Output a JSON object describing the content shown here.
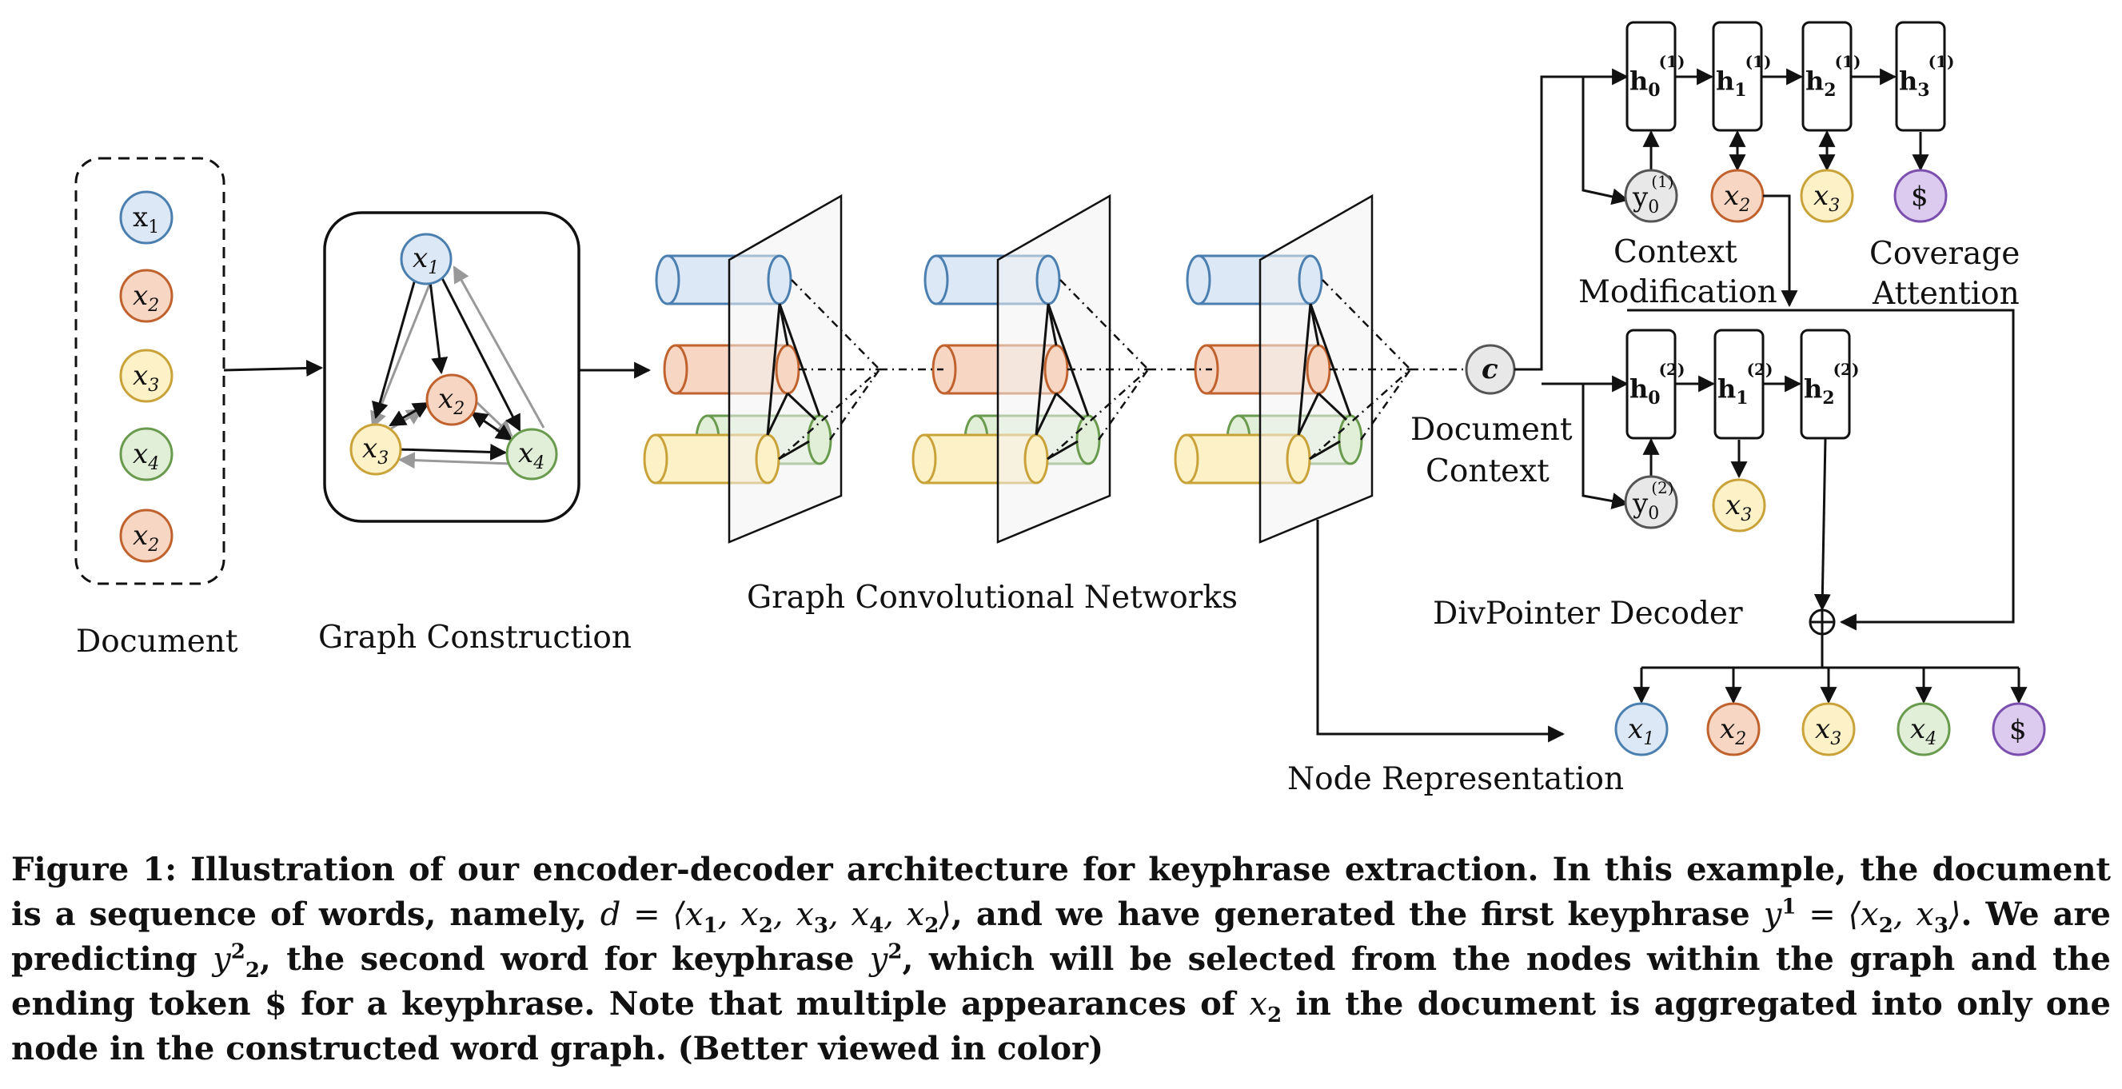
{
  "labels": {
    "document": "Document",
    "graph_construction": "Graph Construction",
    "gcn": "Graph Convolutional Networks",
    "document_context_1": "Document",
    "document_context_2": "Context",
    "context_mod_1": "Context",
    "context_mod_2": "Modification",
    "coverage_1": "Coverage",
    "coverage_2": "Attention",
    "divpointer": "DivPointer Decoder",
    "node_representation": "Node Representation",
    "context_node": "c"
  },
  "colors": {
    "blue": "#dce8f5",
    "blue_stroke": "#4b7fb0",
    "orange": "#f7d6c3",
    "orange_stroke": "#c0622e",
    "yellow": "#fdf1c8",
    "yellow_stroke": "#c9a33a",
    "green": "#e1efd8",
    "green_stroke": "#6a9a4e",
    "purple": "#dccbee",
    "purple_stroke": "#7a4fae",
    "gray": "#e8e8e8",
    "gray_stroke": "#555555"
  },
  "caption": {
    "p1": "Figure 1: Illustration of our encoder-decoder architecture for keyphrase extraction. In this example, the document is a sequence of words, namely, ",
    "d_eq": "d = ⟨x",
    "p2": ", and we have generated the first keyphrase ",
    "p3": ". We are predicting ",
    "p4": ", the second word for keyphrase ",
    "p5": ", which will be selected from the nodes within the graph and the ending token $ for a keyphrase. Note that multiple appearances of ",
    "p6": " in the document is aggregated into only one node in the constructed word graph. (Better viewed in color)"
  }
}
